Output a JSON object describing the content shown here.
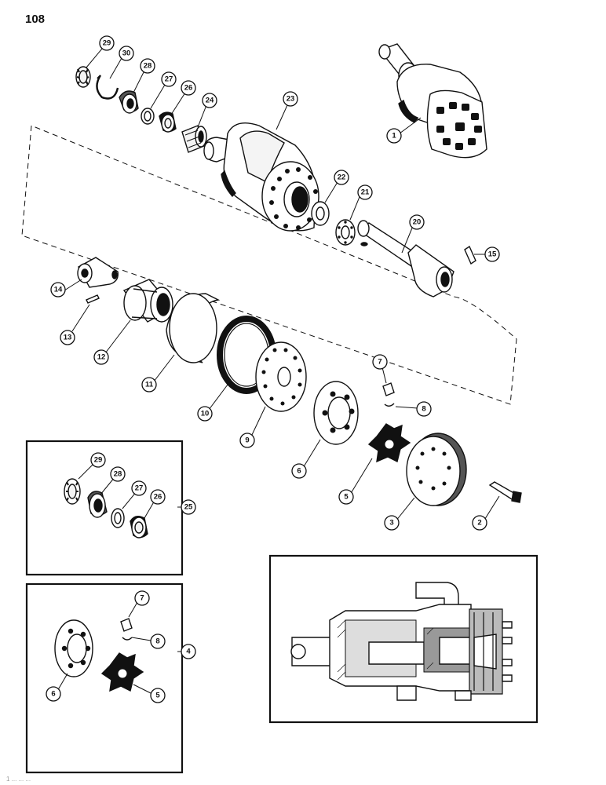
{
  "page": {
    "number": "108",
    "footer": "1 ... ... ..."
  },
  "callouts": [
    {
      "id": "c29",
      "text": "29"
    },
    {
      "id": "c30",
      "text": "30"
    },
    {
      "id": "c28",
      "text": "28"
    },
    {
      "id": "c27",
      "text": "27"
    },
    {
      "id": "c26",
      "text": "26"
    },
    {
      "id": "c24",
      "text": "24"
    },
    {
      "id": "c23",
      "text": "23"
    },
    {
      "id": "c1",
      "text": "1"
    },
    {
      "id": "c22",
      "text": "22"
    },
    {
      "id": "c21",
      "text": "21"
    },
    {
      "id": "c20",
      "text": "20"
    },
    {
      "id": "c15",
      "text": "15"
    },
    {
      "id": "c14",
      "text": "14"
    },
    {
      "id": "c13",
      "text": "13"
    },
    {
      "id": "c12",
      "text": "12"
    },
    {
      "id": "c11",
      "text": "11"
    },
    {
      "id": "c10",
      "text": "10"
    },
    {
      "id": "c9",
      "text": "9"
    },
    {
      "id": "c7",
      "text": "7"
    },
    {
      "id": "c8",
      "text": "8"
    },
    {
      "id": "c6",
      "text": "6"
    },
    {
      "id": "c5",
      "text": "5"
    },
    {
      "id": "c3",
      "text": "3"
    },
    {
      "id": "c2",
      "text": "2"
    },
    {
      "id": "k29",
      "text": "29"
    },
    {
      "id": "k28",
      "text": "28"
    },
    {
      "id": "k27",
      "text": "27"
    },
    {
      "id": "k26",
      "text": "26"
    },
    {
      "id": "k25",
      "text": "25"
    },
    {
      "id": "m7",
      "text": "7"
    },
    {
      "id": "m8",
      "text": "8"
    },
    {
      "id": "m6",
      "text": "6"
    },
    {
      "id": "m5",
      "text": "5"
    },
    {
      "id": "m4",
      "text": "4"
    }
  ]
}
